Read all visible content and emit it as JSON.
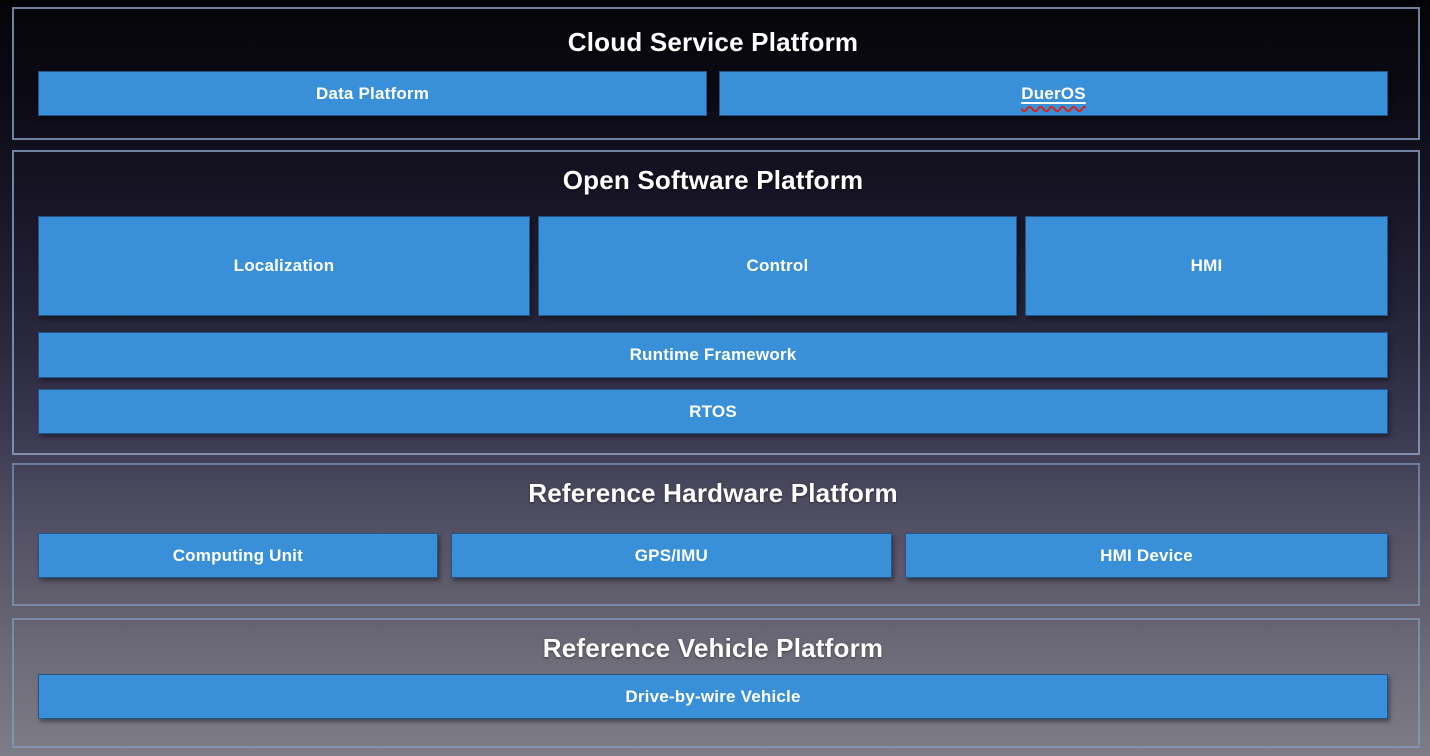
{
  "diagram": {
    "colors": {
      "box_fill": "#3990d8",
      "section_border": "#8fa3c8",
      "title_text": "#ffffff",
      "box_text": "#ffffff",
      "spellcheck_underline": "#d0281c",
      "background_top": "#050508",
      "background_bottom": "#7e7c87"
    },
    "sections": [
      {
        "title": "Cloud Service Platform",
        "boxes": [
          "Data Platform",
          "DuerOS"
        ]
      },
      {
        "title": "Open Software Platform",
        "modules": [
          "Localization",
          "Control",
          "HMI"
        ],
        "bars": [
          "Runtime Framework",
          "RTOS"
        ]
      },
      {
        "title": "Reference Hardware Platform",
        "boxes": [
          "Computing Unit",
          "GPS/IMU",
          "HMI Device"
        ]
      },
      {
        "title": "Reference Vehicle Platform",
        "boxes": [
          "Drive-by-wire Vehicle"
        ]
      }
    ]
  }
}
